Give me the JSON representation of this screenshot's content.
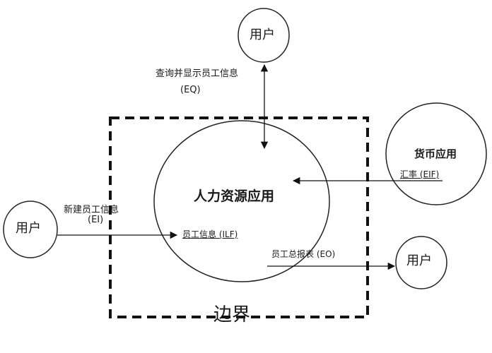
{
  "diagram": {
    "user_top": "用户",
    "query_label": "查询并显示员工信息",
    "query_code": "(EQ)",
    "hr_app": "人力资源应用",
    "currency_app": "货币应用",
    "rate_label": "汇率 (EIF)",
    "user_left": "用户",
    "new_label": "新建员工信息",
    "new_code": "(EI)",
    "ilf_label": "员工信息 (ILF)",
    "report_label": "员工总报表 (EO)",
    "user_right": "用户",
    "boundary": "边界"
  }
}
